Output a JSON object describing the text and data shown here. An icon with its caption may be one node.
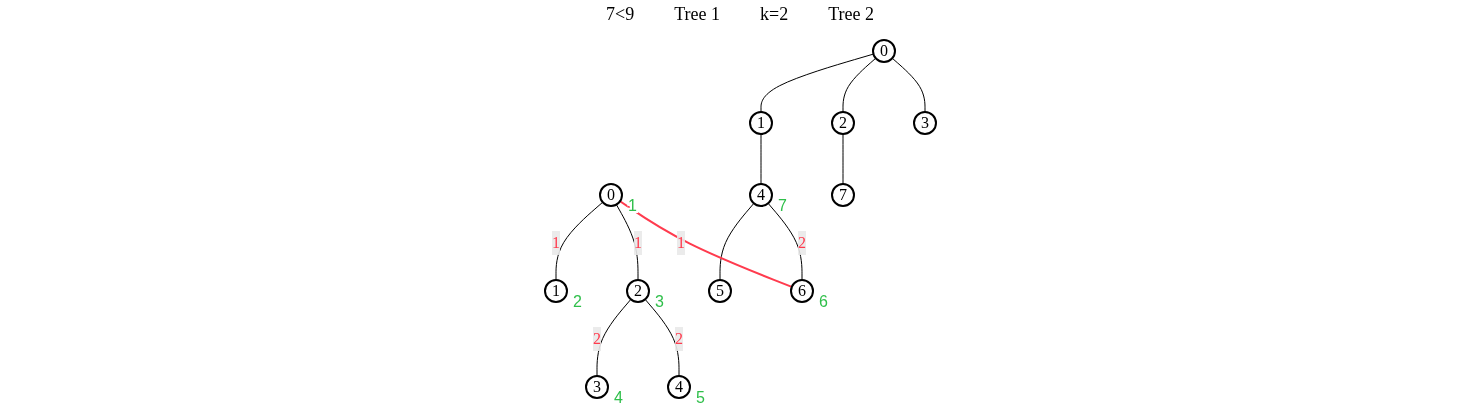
{
  "diagram": {
    "nodes": [
      {
        "text": [
          "0"
        ],
        "beside": [
          "1"
        ]
      },
      {
        "text": [
          "1"
        ],
        "beside": [
          "2"
        ]
      },
      {
        "text": [
          "2"
        ],
        "beside": [
          "3"
        ]
      },
      {
        "text": [
          "3"
        ],
        "beside": [
          "4"
        ]
      },
      {
        "text": [
          "4"
        ],
        "beside": [
          "5"
        ]
      },
      {
        "text": [
          "0"
        ]
      },
      {
        "text": [
          "1"
        ]
      },
      {
        "text": [
          "2"
        ]
      },
      {
        "text": [
          "3"
        ]
      },
      {
        "text": [
          "4"
        ],
        "beside": [
          "7"
        ]
      },
      {
        "text": [
          "7"
        ]
      },
      {
        "text": [
          "5"
        ]
      },
      {
        "text": [
          "6"
        ],
        "beside": [
          "6"
        ]
      }
    ],
    "edges": [
      {
        "from": 0,
        "to": 1,
        "arrow": "none",
        "label": "1"
      },
      {
        "from": 0,
        "to": 2,
        "arrow": "none",
        "label": "1"
      },
      {
        "from": 2,
        "to": 3,
        "arrow": "none",
        "label": "2"
      },
      {
        "from": 2,
        "to": 4,
        "arrow": "none",
        "label": "2"
      },
      {
        "from": 5,
        "to": 6,
        "arrow": "none"
      },
      {
        "from": 5,
        "to": 7,
        "arrow": "none"
      },
      {
        "from": 5,
        "to": 8,
        "arrow": "none"
      },
      {
        "from": 6,
        "to": 9,
        "arrow": "none"
      },
      {
        "from": 7,
        "to": 10,
        "arrow": "none"
      },
      {
        "from": 9,
        "to": 11,
        "arrow": "none"
      },
      {
        "from": 9,
        "to": 12,
        "arrow": "none",
        "label": "2"
      },
      {
        "from": 0,
        "to": 12,
        "arrow": "none",
        "label": "1",
        "color": "#ff3b4e"
      }
    ],
    "labels": [
      "7<9",
      "Tree 1",
      "k=2",
      "Tree 2"
    ]
  }
}
